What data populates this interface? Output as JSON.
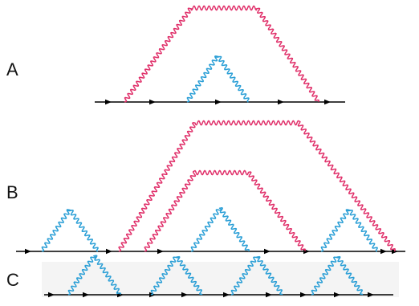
{
  "panels": [
    {
      "id": "A",
      "label": "A"
    },
    {
      "id": "B",
      "label": "B"
    },
    {
      "id": "C",
      "label": "C"
    }
  ],
  "colors": {
    "fermion_line": "#000000",
    "outer_photon": "#e0306a",
    "inner_photon": "#2b9fd6",
    "panel_c_background": "#f4f4f4"
  },
  "icons": {
    "fermion_arrow": "arrowhead-icon",
    "photon": "wavy-line-icon"
  }
}
